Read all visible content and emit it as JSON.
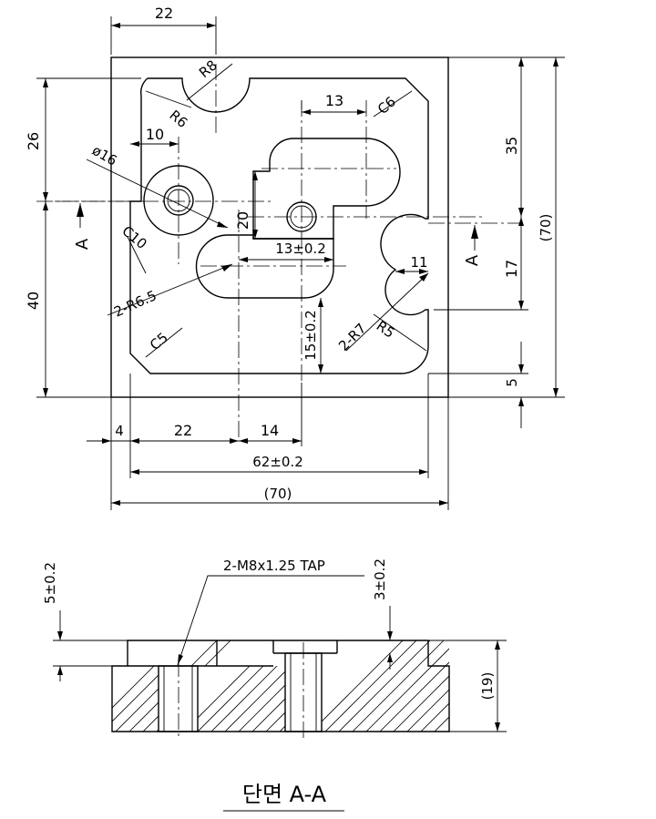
{
  "plan_dimensions": {
    "top_22": "22",
    "r8": "R8",
    "r6": "R6",
    "d13": "13",
    "c6": "C6",
    "d10": "10",
    "phi16": "ø16",
    "d26": "26",
    "d35": "35",
    "d70_right": "(70)",
    "d20": "20",
    "d13_02": "13±0.2",
    "c10": "C10",
    "section_mark_left": "A",
    "section_mark_right": "A",
    "d17": "17",
    "d11": "11",
    "d40": "40",
    "r65": "2-R6.5",
    "r7": "2-R7",
    "r5": "R5",
    "d15_02": "15±0.2",
    "c5": "C5",
    "d5_right": "5",
    "b4": "4",
    "b22": "22",
    "b14": "14",
    "b62": "62±0.2",
    "b70": "(70)"
  },
  "section_view": {
    "tap_note": "2-M8x1.25 TAP",
    "d5_02": "5±0.2",
    "d3_02": "3±0.2",
    "d19": "(19)",
    "title": "단면 A-A"
  }
}
